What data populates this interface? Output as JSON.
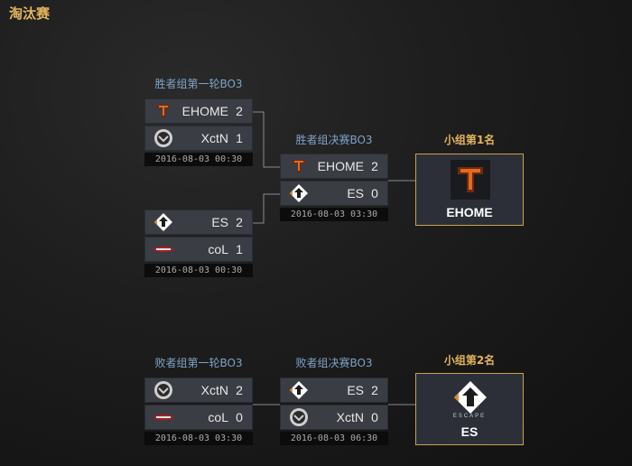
{
  "page_title": "淘汰赛",
  "rounds": {
    "winners_r1": "胜者组第一轮BO3",
    "winners_final": "胜者组决赛BO3",
    "losers_r1": "败者组第一轮BO3",
    "losers_final": "败者组决赛BO3"
  },
  "matches": {
    "w1a": {
      "team1": "EHOME",
      "score1": "2",
      "logo1": "ehome-logo",
      "team2": "XctN",
      "score2": "1",
      "logo2": "xctn-logo",
      "time": "2016-08-03 00:30"
    },
    "w1b": {
      "team1": "ES",
      "score1": "2",
      "logo1": "escape-logo",
      "team2": "coL",
      "score2": "1",
      "logo2": "col-logo",
      "time": "2016-08-03 00:30"
    },
    "wf": {
      "team1": "EHOME",
      "score1": "2",
      "logo1": "ehome-logo",
      "team2": "ES",
      "score2": "0",
      "logo2": "escape-logo",
      "time": "2016-08-03 03:30"
    },
    "l1": {
      "team1": "XctN",
      "score1": "2",
      "logo1": "xctn-logo",
      "team2": "coL",
      "score2": "0",
      "logo2": "col-logo",
      "time": "2016-08-03 03:30"
    },
    "lf": {
      "team1": "ES",
      "score1": "2",
      "logo1": "escape-logo",
      "team2": "XctN",
      "score2": "0",
      "logo2": "xctn-logo",
      "time": "2016-08-03 06:30"
    }
  },
  "results": {
    "first": {
      "label": "小组第1名",
      "team": "EHOME",
      "logo": "ehome-logo"
    },
    "second": {
      "label": "小组第2名",
      "team": "ES",
      "logo": "escape-logo",
      "logo_text": "ESCAPE"
    }
  },
  "colors": {
    "accent": "#e3b45c",
    "round_label": "#7fa3c8",
    "panel": "#3b3d45"
  }
}
